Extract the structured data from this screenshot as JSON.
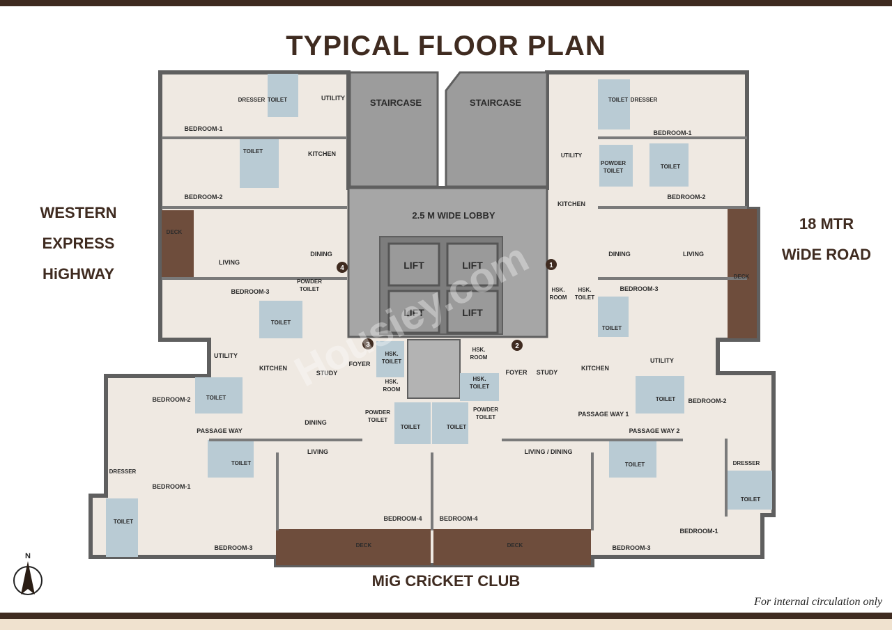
{
  "title": "TYPICAL FLOOR PLAN",
  "left_road": [
    "WESTERN",
    "EXPRESS",
    "HiGHWAY"
  ],
  "right_road": [
    "18 MTR",
    "WiDE ROAD"
  ],
  "bottom_label": "MiG CRiCKET CLUB",
  "footnote": "For internal circulation only",
  "north": "N",
  "watermark": "Housiey.com",
  "colors": {
    "brand": "#3f2b20",
    "wall": "#5f5f5f",
    "floor": "#efe9e2",
    "core": "#9c9c9c",
    "wet": "#b9cbd4",
    "deck": "#6e4d3c",
    "band": "#f0e2cf"
  },
  "core": {
    "staircases": [
      "STAIRCASE",
      "STAIRCASE"
    ],
    "lobby": "2.5 M WIDE LOBBY",
    "lifts": [
      "LIFT",
      "LIFT",
      "LIFT",
      "LIFT"
    ],
    "utility_top": "UTILITY"
  },
  "unit_markers": [
    "1",
    "2",
    "3",
    "4"
  ],
  "unit4": {
    "rooms": [
      "BEDROOM-1",
      "DRESSER",
      "TOILET",
      "UTILITY",
      "BEDROOM-2",
      "TOILET",
      "KITCHEN",
      "DECK",
      "LIVING",
      "DINING",
      "BEDROOM-3",
      "POWDER TOILET",
      "TOILET"
    ]
  },
  "unit1": {
    "rooms": [
      "TOILET",
      "DRESSER",
      "BEDROOM-1",
      "UTILITY",
      "POWDER TOILET",
      "TOILET",
      "BEDROOM-2",
      "KITCHEN",
      "DINING",
      "LIVING",
      "DECK",
      "HSK. ROOM",
      "HSK. TOILET",
      "BEDROOM-3",
      "TOILET"
    ]
  },
  "unit3": {
    "rooms": [
      "UTILITY",
      "KITCHEN",
      "STUDY",
      "FOYER",
      "HSK. TOILET",
      "HSK. ROOM",
      "BEDROOM-2",
      "TOILET",
      "PASSAGE WAY",
      "DINING",
      "POWDER TOILET",
      "TOILET",
      "LIVING",
      "DRESSER",
      "BEDROOM-1",
      "TOILET",
      "TOILET",
      "BEDROOM-3",
      "BEDROOM-4",
      "DECK"
    ]
  },
  "unit2": {
    "rooms": [
      "HSK. ROOM",
      "HSK. TOILET",
      "FOYER",
      "STUDY",
      "KITCHEN",
      "UTILITY",
      "TOILET",
      "POWDER TOILET",
      "PASSAGE WAY 1",
      "BEDROOM-2",
      "TOILET",
      "PASSAGE WAY 2",
      "LIVING / DINING",
      "TOILET",
      "DRESSER",
      "TOILET",
      "BEDROOM-4",
      "BEDROOM-3",
      "BEDROOM-1",
      "DECK"
    ]
  }
}
